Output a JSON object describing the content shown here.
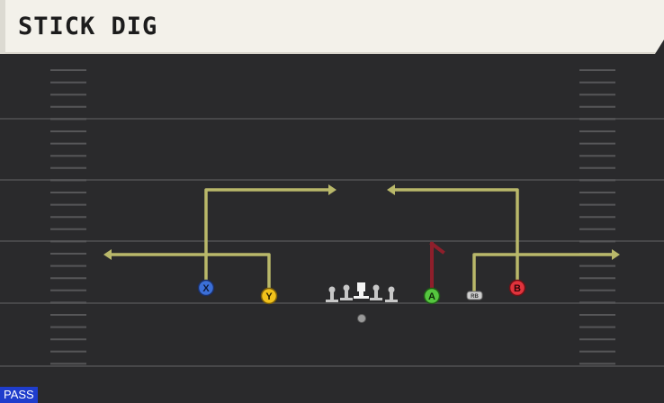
{
  "play": {
    "name": "STICK DIG",
    "mode": "PASS"
  },
  "receivers": {
    "x": {
      "button": "X",
      "color": "#3b6fd8"
    },
    "y": {
      "button": "Y",
      "color": "#f2c21b"
    },
    "a": {
      "button": "A",
      "color": "#55c63f"
    },
    "b": {
      "button": "B",
      "color": "#e0333c"
    },
    "rb": {
      "label": "RB",
      "color": "#cfcfcf"
    }
  },
  "colors": {
    "route": "#b9b86a",
    "block": "#8e1f2b",
    "field": "#2a2a2c",
    "yard_line": "#4a4a4c",
    "hash": "#59595b",
    "header_bg": "#f3f1ea",
    "badge": "#1f3dcc"
  }
}
